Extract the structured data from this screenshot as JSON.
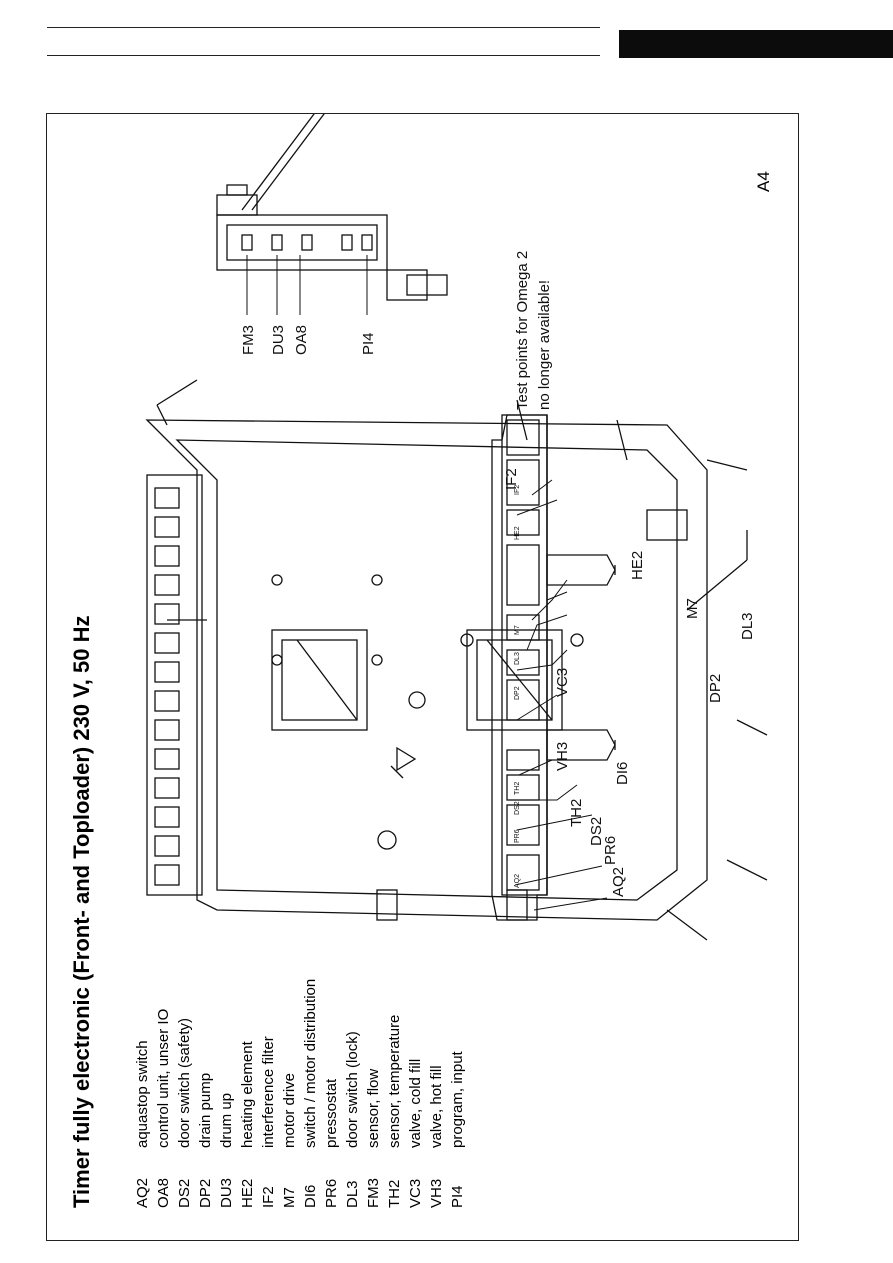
{
  "page_label": "A4",
  "title": "Timer fully electronic (Front- and Toploader) 230 V, 50 Hz",
  "legend": [
    {
      "code": "AQ2",
      "desc": "aquastop switch"
    },
    {
      "code": "OA8",
      "desc": "control unit, unser IO"
    },
    {
      "code": "DS2",
      "desc": "door switch (safety)"
    },
    {
      "code": "DP2",
      "desc": "drain pump"
    },
    {
      "code": "DU3",
      "desc": "drum up"
    },
    {
      "code": "HE2",
      "desc": "heating element"
    },
    {
      "code": "IF2",
      "desc": "interference filter"
    },
    {
      "code": "M7",
      "desc": "motor drive"
    },
    {
      "code": "DI6",
      "desc": "switch / motor distribution"
    },
    {
      "code": "PR6",
      "desc": "pressostat"
    },
    {
      "code": "DL3",
      "desc": "door switch (lock)"
    },
    {
      "code": "FM3",
      "desc": "sensor, flow"
    },
    {
      "code": "TH2",
      "desc": "sensor, temperature"
    },
    {
      "code": "VC3",
      "desc": "valve, cold fill"
    },
    {
      "code": "VH3",
      "desc": "valve, hot fill"
    },
    {
      "code": "PI4",
      "desc": "program, input"
    }
  ],
  "callouts_board": {
    "aq2": "AQ2",
    "pr6": "PR6",
    "ds2": "DS2",
    "th2": "TH2",
    "di6": "DI6",
    "vh3": "VH3",
    "vc3": "VC3",
    "dp2": "DP2",
    "dl3": "DL3",
    "m7": "M7",
    "he2": "HE2",
    "if2": "IF2"
  },
  "callouts_side": {
    "fm3": "FM3",
    "du3": "DU3",
    "oa8": "OA8",
    "pi4": "PI4"
  },
  "note": {
    "line1": "Test points for Omega 2",
    "line2": "no longer available!"
  },
  "board_silkscreen": [
    "AQ2",
    "PR6",
    "DS2",
    "TH2",
    "DP2",
    "DL3",
    "M7",
    "HE2",
    "IF2"
  ]
}
